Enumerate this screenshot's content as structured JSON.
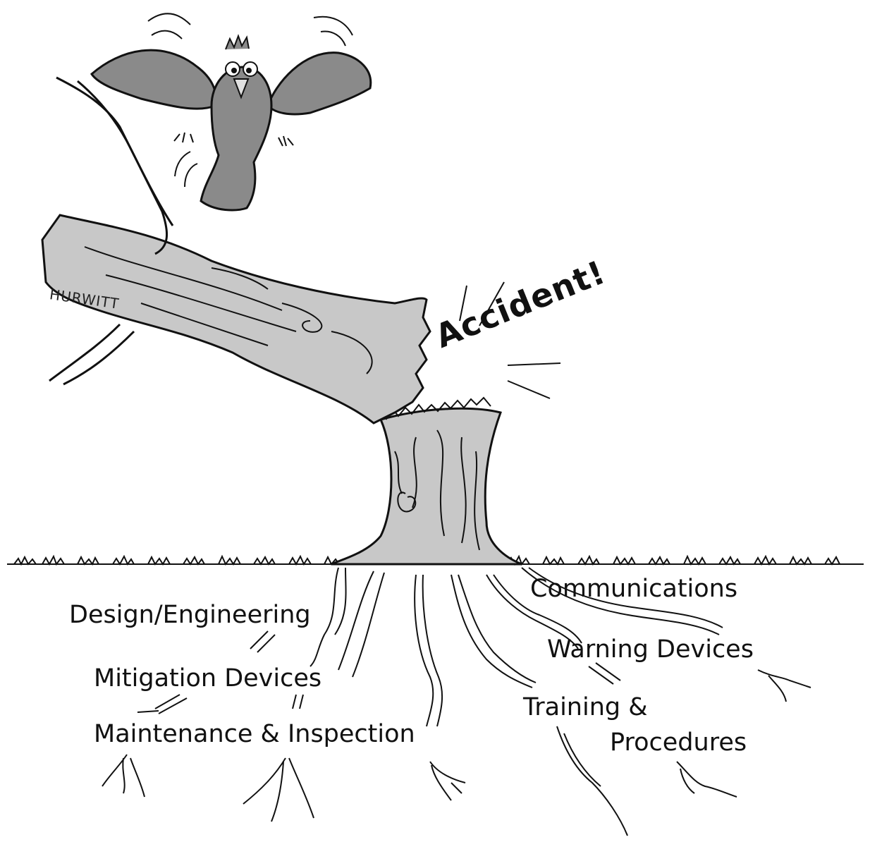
{
  "exclamation": "Accident!",
  "signature": "HURWITT",
  "labels": {
    "design_engineering": "Design/Engineering",
    "mitigation_devices": "Mitigation Devices",
    "maintenance_inspection": "Maintenance & Inspection",
    "communications": "Communications",
    "warning_devices": "Warning Devices",
    "training_line1": "Training &",
    "training_line2": "Procedures"
  },
  "colors": {
    "ink": "#111111",
    "wood": "#c8c8c8",
    "bird": "#8a8a8a",
    "background": "#ffffff"
  }
}
